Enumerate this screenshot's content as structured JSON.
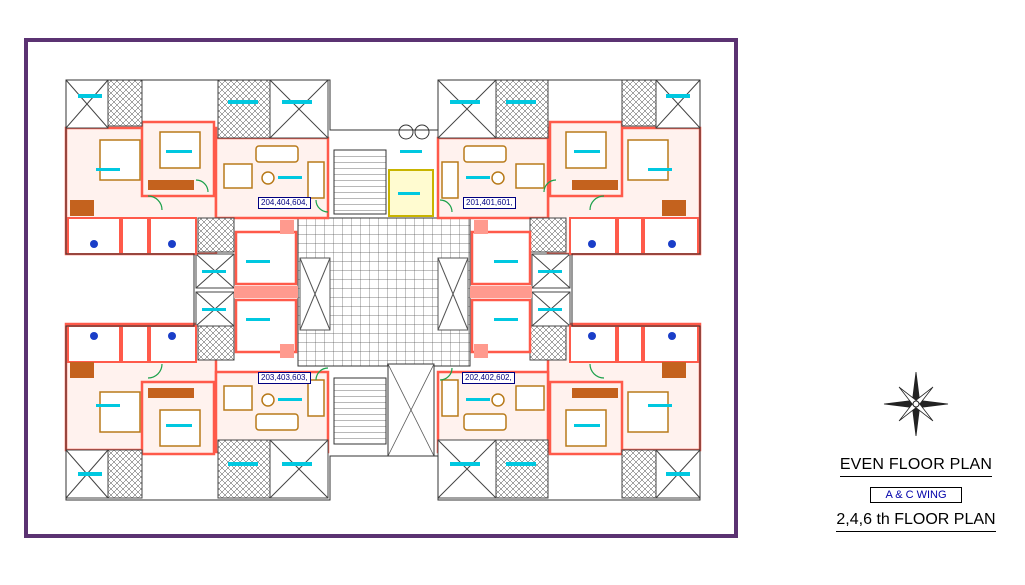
{
  "plan": {
    "unit_labels": {
      "top_left": "204,404,604,",
      "top_right": "201,401,601,",
      "bottom_left": "203,403,603,",
      "bottom_right": "202,402,602,"
    }
  },
  "title_block": {
    "heading": "EVEN FLOOR PLAN",
    "wing": "A & C WING",
    "floors": "2,4,6 th FLOOR PLAN"
  },
  "colors": {
    "frame": "#5b3272",
    "wall": "#ff5a4a",
    "wall_fill": "#fff2ee",
    "furniture": "#b87a1a",
    "room_text": "#00c8e0",
    "hatch": "#333333"
  },
  "icons": [
    "compass-rose-icon"
  ]
}
